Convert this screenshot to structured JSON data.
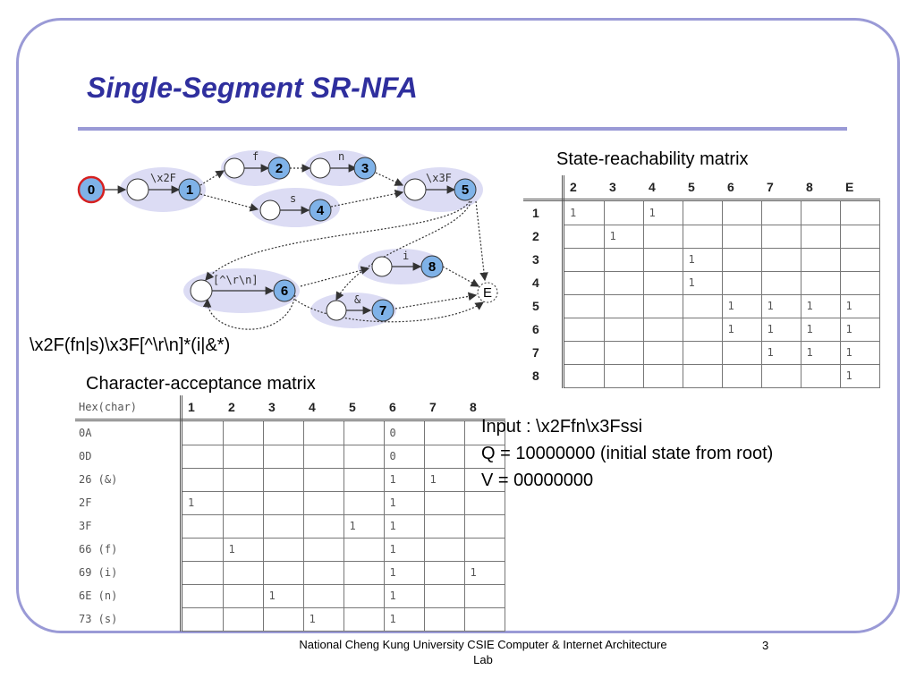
{
  "title": "Single-Segment SR-NFA",
  "nfa": {
    "states": [
      "0",
      "1",
      "2",
      "3",
      "4",
      "5",
      "6",
      "7",
      "8",
      "E"
    ],
    "edge_labels": [
      "\\x2F",
      "f",
      "n",
      "s",
      "\\x3F",
      "[^\\r\\n]",
      "i",
      "&"
    ]
  },
  "state_matrix": {
    "caption": "State-reachability matrix",
    "cols": [
      "2",
      "3",
      "4",
      "5",
      "6",
      "7",
      "8",
      "E"
    ],
    "rows": [
      {
        "label": "1",
        "cells": [
          "1",
          "",
          "1",
          "",
          "",
          "",
          "",
          ""
        ]
      },
      {
        "label": "2",
        "cells": [
          "",
          "1",
          "",
          "",
          "",
          "",
          "",
          ""
        ]
      },
      {
        "label": "3",
        "cells": [
          "",
          "",
          "",
          "1",
          "",
          "",
          "",
          ""
        ]
      },
      {
        "label": "4",
        "cells": [
          "",
          "",
          "",
          "1",
          "",
          "",
          "",
          ""
        ]
      },
      {
        "label": "5",
        "cells": [
          "",
          "",
          "",
          "",
          "1",
          "1",
          "1",
          "1"
        ]
      },
      {
        "label": "6",
        "cells": [
          "",
          "",
          "",
          "",
          "1",
          "1",
          "1",
          "1"
        ]
      },
      {
        "label": "7",
        "cells": [
          "",
          "",
          "",
          "",
          "",
          "1",
          "1",
          "1"
        ]
      },
      {
        "label": "8",
        "cells": [
          "",
          "",
          "",
          "",
          "",
          "",
          "",
          "1"
        ]
      }
    ]
  },
  "regex": "\\x2F(fn|s)\\x3F[^\\r\\n]*(i|&*)",
  "char_matrix": {
    "caption": "Character-acceptance matrix",
    "corner": "Hex(char)",
    "cols": [
      "1",
      "2",
      "3",
      "4",
      "5",
      "6",
      "7",
      "8"
    ],
    "rows": [
      {
        "label": "0A",
        "cells": [
          "",
          "",
          "",
          "",
          "",
          "0",
          "",
          ""
        ]
      },
      {
        "label": "0D",
        "cells": [
          "",
          "",
          "",
          "",
          "",
          "0",
          "",
          ""
        ]
      },
      {
        "label": "26 (&)",
        "cells": [
          "",
          "",
          "",
          "",
          "",
          "1",
          "1",
          ""
        ]
      },
      {
        "label": "2F",
        "cells": [
          "1",
          "",
          "",
          "",
          "",
          "1",
          "",
          ""
        ]
      },
      {
        "label": "3F",
        "cells": [
          "",
          "",
          "",
          "",
          "1",
          "1",
          "",
          ""
        ]
      },
      {
        "label": "66 (f)",
        "cells": [
          "",
          "1",
          "",
          "",
          "",
          "1",
          "",
          ""
        ]
      },
      {
        "label": "69 (i)",
        "cells": [
          "",
          "",
          "",
          "",
          "",
          "1",
          "",
          "1"
        ]
      },
      {
        "label": "6E (n)",
        "cells": [
          "",
          "",
          "1",
          "",
          "",
          "1",
          "",
          ""
        ]
      },
      {
        "label": "73 (s)",
        "cells": [
          "",
          "",
          "",
          "1",
          "",
          "1",
          "",
          ""
        ]
      }
    ]
  },
  "input_info": {
    "line1": "Input : \\x2Ffn\\x3Fssi",
    "line2": "Q = 10000000 (initial state from root)",
    "line3": "V = 00000000"
  },
  "footer": {
    "text": "National Cheng Kung University CSIE Computer & Internet Architecture Lab",
    "page": "3"
  },
  "colors": {
    "accent": "#2f2f9e",
    "frame": "#9a9ad6",
    "state_fill": "#7fb2e8",
    "group_fill": "#dcdcf4",
    "start_ring": "#d62020"
  }
}
